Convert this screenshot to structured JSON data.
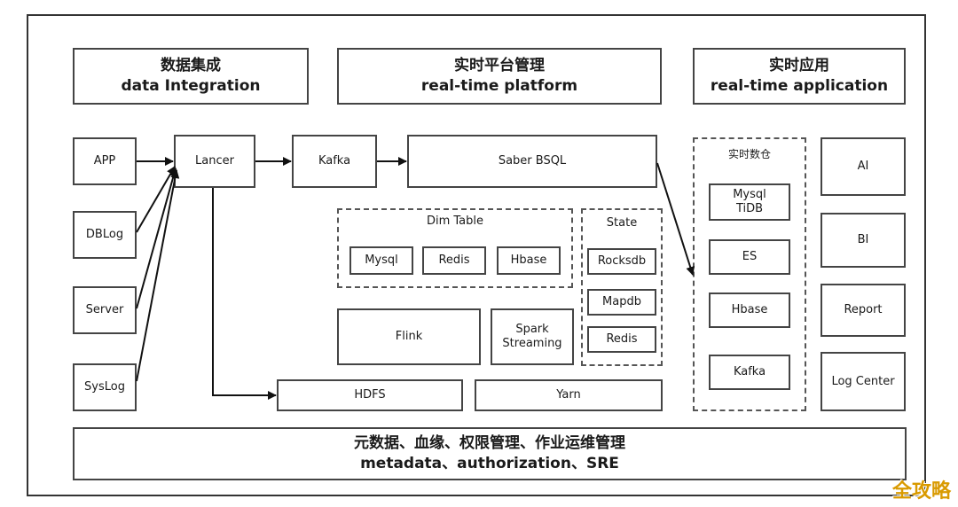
{
  "headers": {
    "integration": {
      "cn": "数据集成",
      "en": "data Integration"
    },
    "platform": {
      "cn": "实时平台管理",
      "en": "real-time platform"
    },
    "application": {
      "cn": "实时应用",
      "en": "real-time application"
    }
  },
  "sources": [
    "APP",
    "DBLog",
    "Server",
    "SysLog"
  ],
  "pipeline": {
    "lancer": "Lancer",
    "kafka": "Kafka",
    "saber": "Saber BSQL"
  },
  "dim_table": {
    "title": "Dim Table",
    "items": [
      "Mysql",
      "Redis",
      "Hbase"
    ]
  },
  "state": {
    "title": "State",
    "items": [
      "Rocksdb",
      "Mapdb",
      "Redis"
    ]
  },
  "compute": {
    "flink": "Flink",
    "spark": [
      "Spark",
      "Streaming"
    ]
  },
  "storage": {
    "hdfs": "HDFS",
    "yarn": "Yarn"
  },
  "warehouse": {
    "title": "实时数仓",
    "mysql": [
      "Mysql",
      "TiDB"
    ],
    "es": "ES",
    "hbase": "Hbase",
    "kafka": "Kafka"
  },
  "apps": [
    "AI",
    "BI",
    "Report",
    "Log Center"
  ],
  "footer": {
    "cn": "元数据、血缘、权限管理、作业运维管理",
    "en": "metadata、authorization、SRE"
  },
  "watermark": "全攻略"
}
